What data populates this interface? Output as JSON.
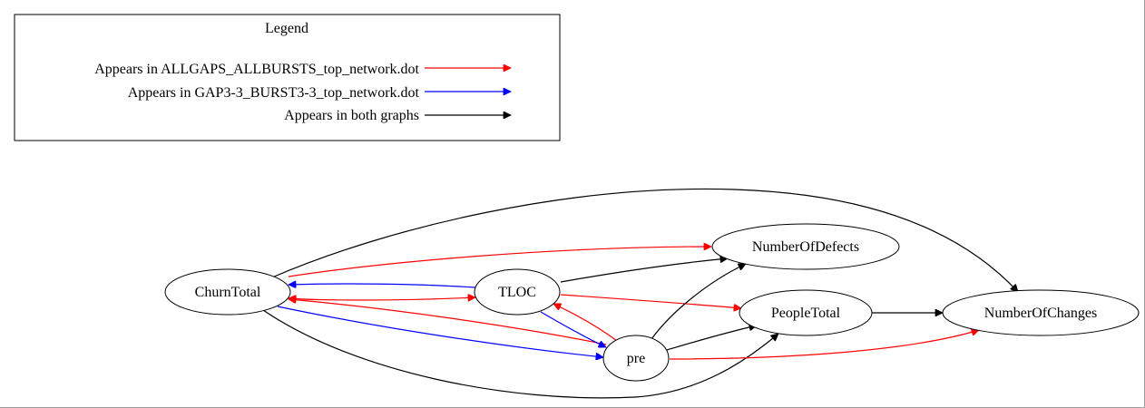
{
  "legend": {
    "title": "Legend",
    "entries": [
      {
        "label": "Appears in ALLGAPS_ALLBURSTS_top_network.dot",
        "color": "#ff0000"
      },
      {
        "label": "Appears in GAP3-3_BURST3-3_top_network.dot",
        "color": "#0000ff"
      },
      {
        "label": "Appears in both graphs",
        "color": "#000000"
      }
    ]
  },
  "nodes": {
    "churn": "ChurnTotal",
    "tloc": "TLOC",
    "pre": "pre",
    "defects": "NumberOfDefects",
    "people": "PeopleTotal",
    "changes": "NumberOfChanges"
  },
  "edges": [
    {
      "from": "ChurnTotal",
      "to": "NumberOfDefects",
      "color": "#ff0000"
    },
    {
      "from": "TLOC",
      "to": "ChurnTotal",
      "color": "#0000ff"
    },
    {
      "from": "ChurnTotal",
      "to": "TLOC",
      "color": "#ff0000"
    },
    {
      "from": "pre",
      "to": "ChurnTotal",
      "color": "#ff0000"
    },
    {
      "from": "ChurnTotal",
      "to": "pre",
      "color": "#0000ff"
    },
    {
      "from": "ChurnTotal",
      "to": "PeopleTotal",
      "color": "#000000"
    },
    {
      "from": "ChurnTotal",
      "to": "NumberOfChanges",
      "color": "#000000"
    },
    {
      "from": "TLOC",
      "to": "NumberOfDefects",
      "color": "#000000"
    },
    {
      "from": "TLOC",
      "to": "PeopleTotal",
      "color": "#ff0000"
    },
    {
      "from": "TLOC",
      "to": "pre",
      "color": "#0000ff"
    },
    {
      "from": "pre",
      "to": "TLOC",
      "color": "#ff0000"
    },
    {
      "from": "pre",
      "to": "NumberOfDefects",
      "color": "#000000"
    },
    {
      "from": "pre",
      "to": "PeopleTotal",
      "color": "#000000"
    },
    {
      "from": "pre",
      "to": "NumberOfChanges",
      "color": "#ff0000"
    },
    {
      "from": "PeopleTotal",
      "to": "NumberOfChanges",
      "color": "#000000"
    }
  ]
}
